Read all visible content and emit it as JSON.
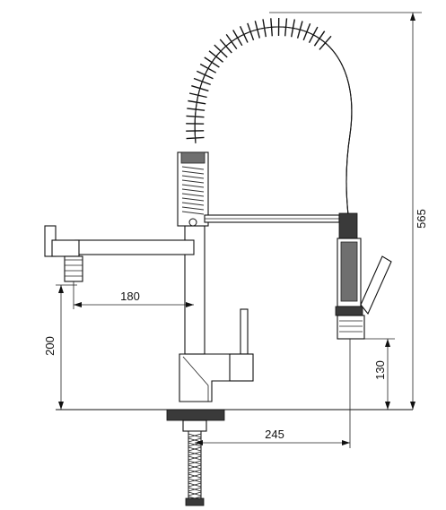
{
  "dimensions": {
    "total_height": "565",
    "spout_reach": "180",
    "spout_height": "200",
    "spray_height": "130",
    "spray_reach": "245"
  }
}
